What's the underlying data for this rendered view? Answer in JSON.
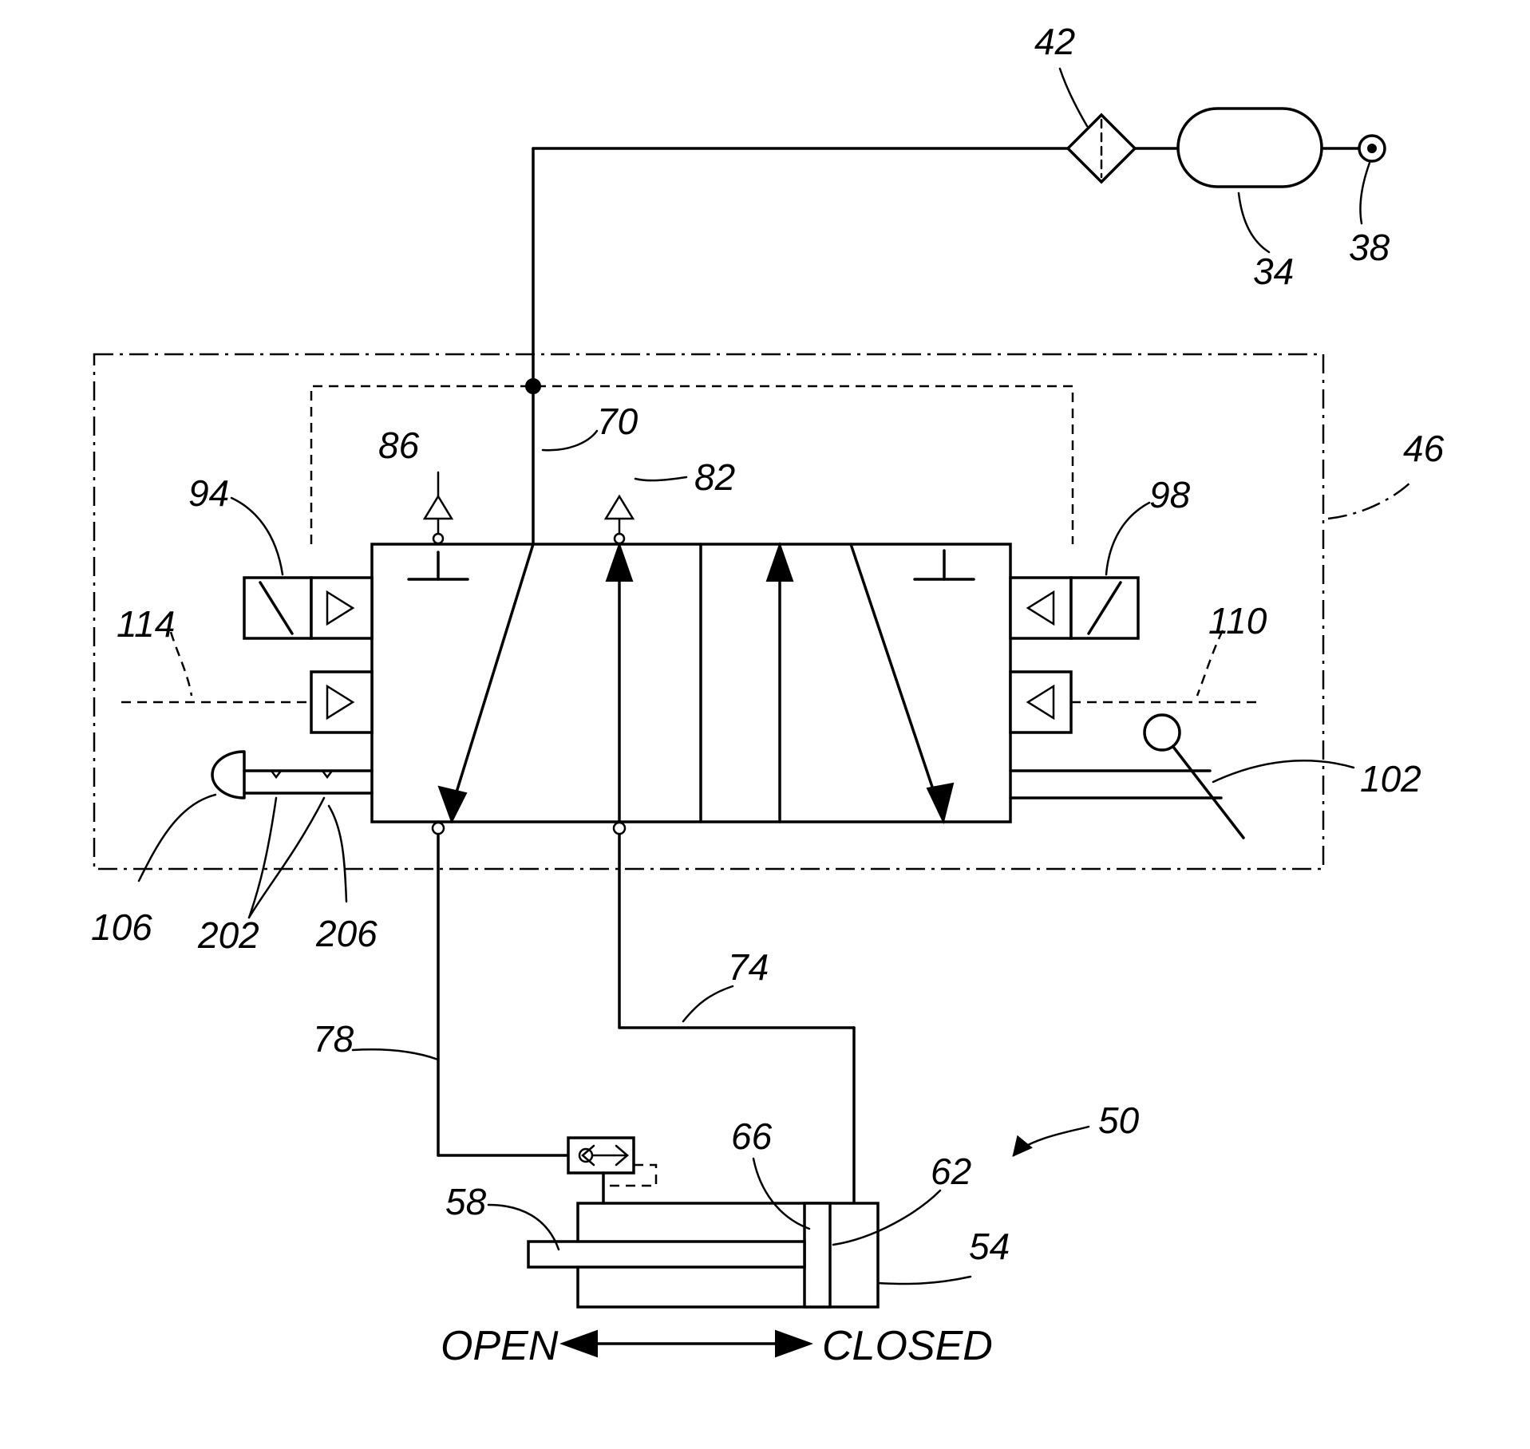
{
  "labels": {
    "l42": "42",
    "l34": "34",
    "l38": "38",
    "l70": "70",
    "l86": "86",
    "l82": "82",
    "l94": "94",
    "l98": "98",
    "l46": "46",
    "l114": "114",
    "l110": "110",
    "l102": "102",
    "l106": "106",
    "l202": "202",
    "l206": "206",
    "l74": "74",
    "l78": "78",
    "l50": "50",
    "l66": "66",
    "l62": "62",
    "l58": "58",
    "l54": "54"
  },
  "direction": {
    "open": "OPEN",
    "closed": "CLOSED"
  }
}
